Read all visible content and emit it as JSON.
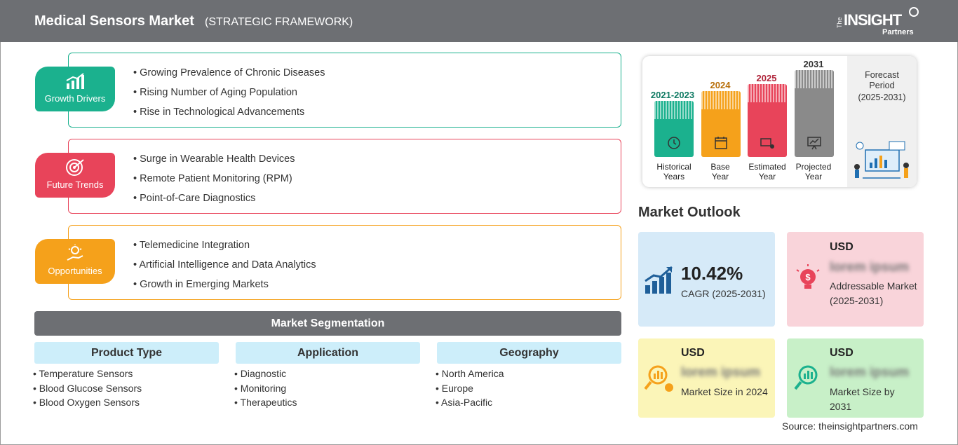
{
  "header": {
    "title": "Medical Sensors Market",
    "subtitle": "(STRATEGIC FRAMEWORK)",
    "logo": {
      "the": "The",
      "insight": "INSIGHT",
      "partners": "Partners"
    }
  },
  "categories": [
    {
      "label": "Growth Drivers",
      "color": "#1bb18e",
      "icon": "bar-chart-growth-icon",
      "items": [
        "Growing Prevalence of Chronic Diseases",
        "Rising Number of Aging Population",
        "Rise in Technological Advancements"
      ]
    },
    {
      "label": "Future Trends",
      "color": "#e8445a",
      "icon": "target-icon",
      "items": [
        "Surge in Wearable Health Devices",
        "Remote Patient Monitoring (RPM)",
        "Point-of-Care Diagnostics"
      ]
    },
    {
      "label": "Opportunities",
      "color": "#f5a11b",
      "icon": "lightbulb-hand-icon",
      "items": [
        "Telemedicine Integration",
        "Artificial Intelligence and Data Analytics",
        "Growth in Emerging Markets"
      ]
    }
  ],
  "segmentation": {
    "title": "Market Segmentation",
    "columns": [
      {
        "head": "Product Type",
        "items": [
          "Temperature Sensors",
          "Blood Glucose Sensors",
          "Blood Oxygen Sensors"
        ]
      },
      {
        "head": "Application",
        "items": [
          "Diagnostic",
          "Monitoring",
          "Therapeutics"
        ]
      },
      {
        "head": "Geography",
        "items": [
          "North America",
          "Europe",
          "Asia-Pacific"
        ]
      }
    ]
  },
  "timeline": {
    "bars": [
      {
        "year": "2021-2023",
        "label1": "Historical",
        "label2": "Years",
        "color": "#1bb18e",
        "year_color": "#0f7a63",
        "icon": "history-icon"
      },
      {
        "year": "2024",
        "label1": "Base",
        "label2": "Year",
        "color": "#f5a11b",
        "year_color": "#b86f0a",
        "icon": "calendar-icon"
      },
      {
        "year": "2025",
        "label1": "Estimated",
        "label2": "Year",
        "color": "#e8445a",
        "year_color": "#b0243a",
        "icon": "estimate-chart-icon"
      },
      {
        "year": "2031",
        "label1": "Projected",
        "label2": "Year",
        "color": "#8a8a8a",
        "year_color": "#333333",
        "icon": "presentation-icon"
      }
    ],
    "forecast_label": "Forecast Period",
    "forecast_range": "(2025-2031)",
    "forecast_icon": "analytics-people-icon"
  },
  "outlook": {
    "title": "Market Outlook",
    "cagr": {
      "value": "10.42%",
      "label": "CAGR (2025-2031)",
      "color": "#d6eaf8",
      "icon": "growth-arrow-icon"
    },
    "addressable": {
      "usd": "USD",
      "value": "lorem ipsum",
      "label": "Addressable Market (2025-2031)",
      "color": "#f9d4da",
      "icon": "dollar-bulb-icon"
    },
    "size2024": {
      "usd": "USD",
      "value": "lorem ipsum",
      "label": "Market Size in 2024",
      "color": "#fbf5b8",
      "icon": "magnifier-coins-icon"
    },
    "size2031": {
      "usd": "USD",
      "value": "lorem ipsum",
      "label": "Market Size by 2031",
      "color": "#c8f0c8",
      "icon": "magnifier-chart-icon"
    }
  },
  "source": "Source: theinsightpartners.com"
}
